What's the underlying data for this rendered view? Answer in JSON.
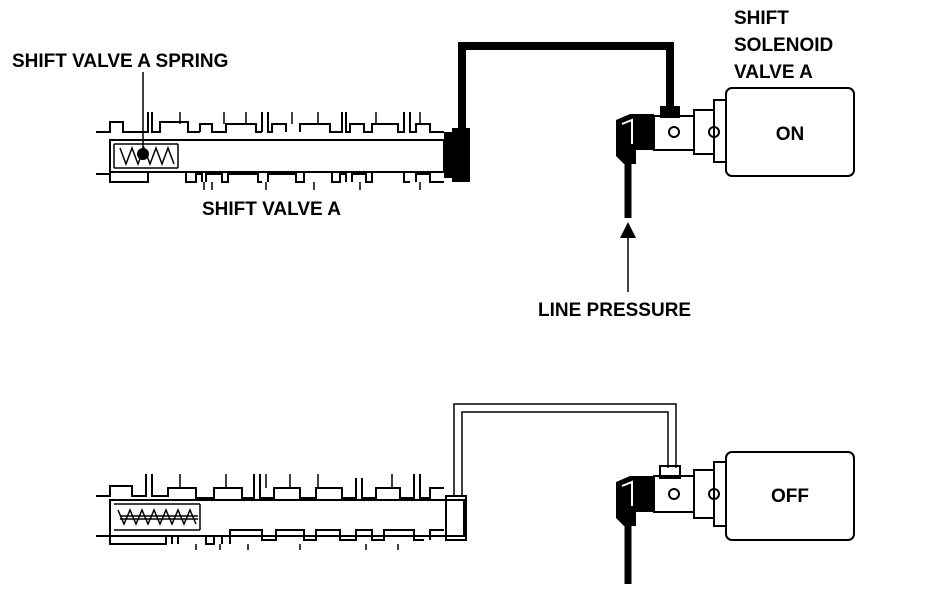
{
  "labels": {
    "spring": "SHIFT VALVE A SPRING",
    "valve": "SHIFT VALVE A",
    "solenoid_line1": "SHIFT",
    "solenoid_line2": "SOLENOID",
    "solenoid_line3": "VALVE A",
    "line_pressure": "LINE PRESSURE"
  },
  "states": {
    "top": "ON",
    "bottom": "OFF"
  },
  "colors": {
    "ink": "#000000",
    "background": "#ffffff"
  }
}
